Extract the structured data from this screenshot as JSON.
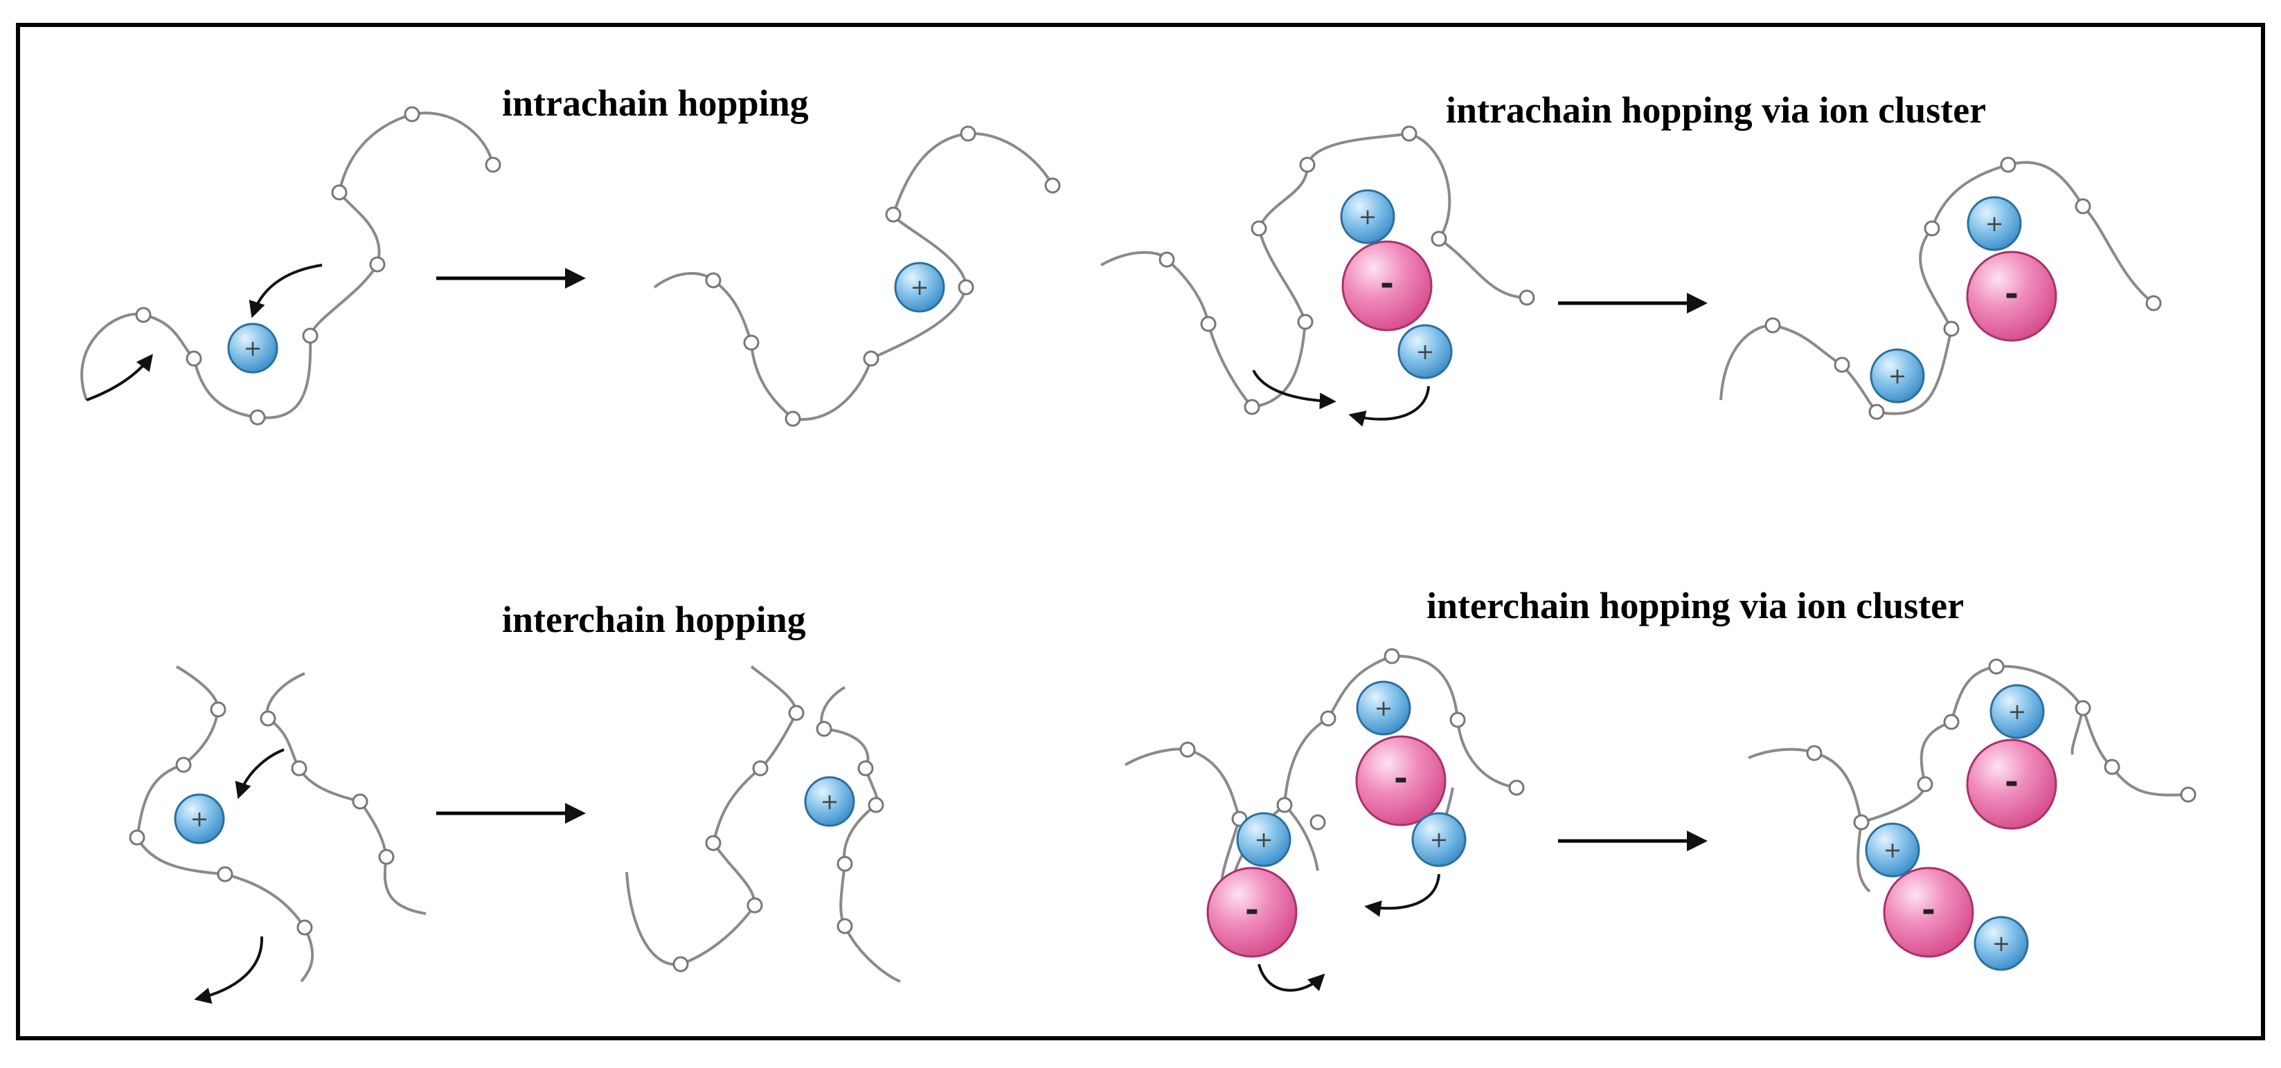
{
  "labels": {
    "intrachain": "intrachain hopping",
    "intrachain_cluster": "intrachain hopping via ion cluster",
    "interchain": "interchain hopping",
    "interchain_cluster": "interchain hopping via ion cluster"
  },
  "ions": {
    "cation_symbol": "+",
    "anion_symbol": "-"
  },
  "colors": {
    "frame": "#000000",
    "chain": "#8a8a8a",
    "arrow": "#111111",
    "cation_fill": "#5aa8dc",
    "cation_stroke": "#2b6f9e",
    "anion_fill": "#e8609e",
    "anion_stroke": "#a8326a"
  }
}
